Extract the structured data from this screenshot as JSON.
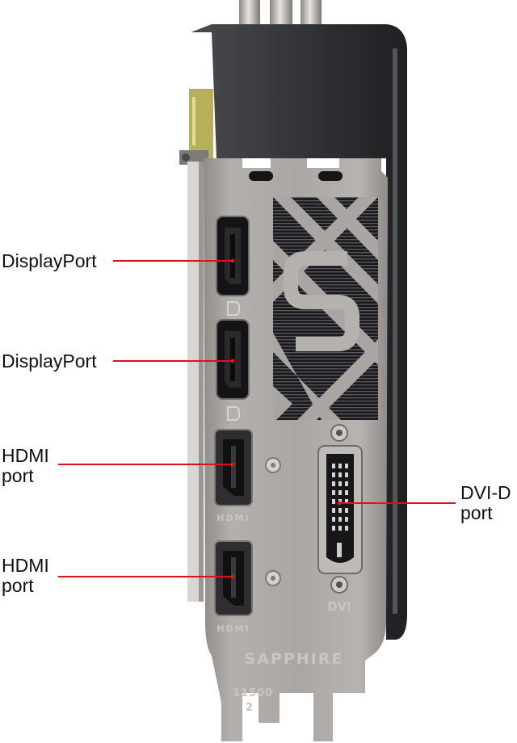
{
  "colors": {
    "leader_line": "#d9141e",
    "bracket_metal": "#a6a3a0",
    "shroud": "#3c3d40",
    "port_dark": "#141416",
    "text": "#111111"
  },
  "callouts": {
    "displayport_1": {
      "lines": [
        "DisplayPort"
      ]
    },
    "displayport_2": {
      "lines": [
        "DisplayPort"
      ]
    },
    "hdmi_1": {
      "lines": [
        "HDMI",
        "port"
      ]
    },
    "hdmi_2": {
      "lines": [
        "HDMI",
        "port"
      ]
    },
    "dvi_d": {
      "lines": [
        "DVI-D",
        "port"
      ]
    }
  },
  "bracket_markings": {
    "hdmi_1": "HDMI",
    "hdmi_2": "HDMI",
    "dvi": "DVI",
    "brand": "SAPPHIRE",
    "model": "11500",
    "model_sub": "2"
  },
  "icons": {
    "displayport_logo": "displayport-logo-icon",
    "screw": "screw-icon",
    "sapphire_logo": "sapphire-s-logo-icon"
  }
}
